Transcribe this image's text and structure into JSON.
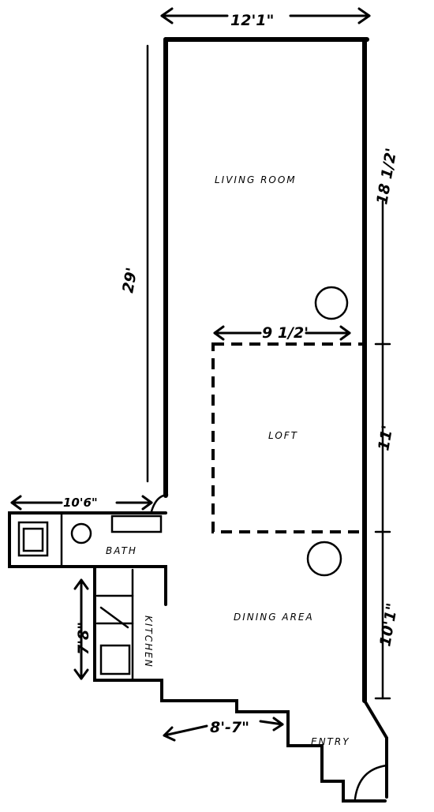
{
  "rooms": {
    "living_room": "LIVING ROOM",
    "loft": "LOFT",
    "bath": "BATH",
    "kitchen": "KITCHEN",
    "dining_area": "DINING AREA",
    "entry": "ENTRY"
  },
  "dimensions": {
    "top_width": "12'1\"",
    "left_length": "29'",
    "right_upper": "18 1/2'",
    "right_middle": "11'",
    "right_lower": "10'1\"",
    "loft_width": "9 1/2'",
    "bath_width": "10'6\"",
    "kitchen_length": "7'8\"",
    "entry_width": "8'-7\""
  }
}
